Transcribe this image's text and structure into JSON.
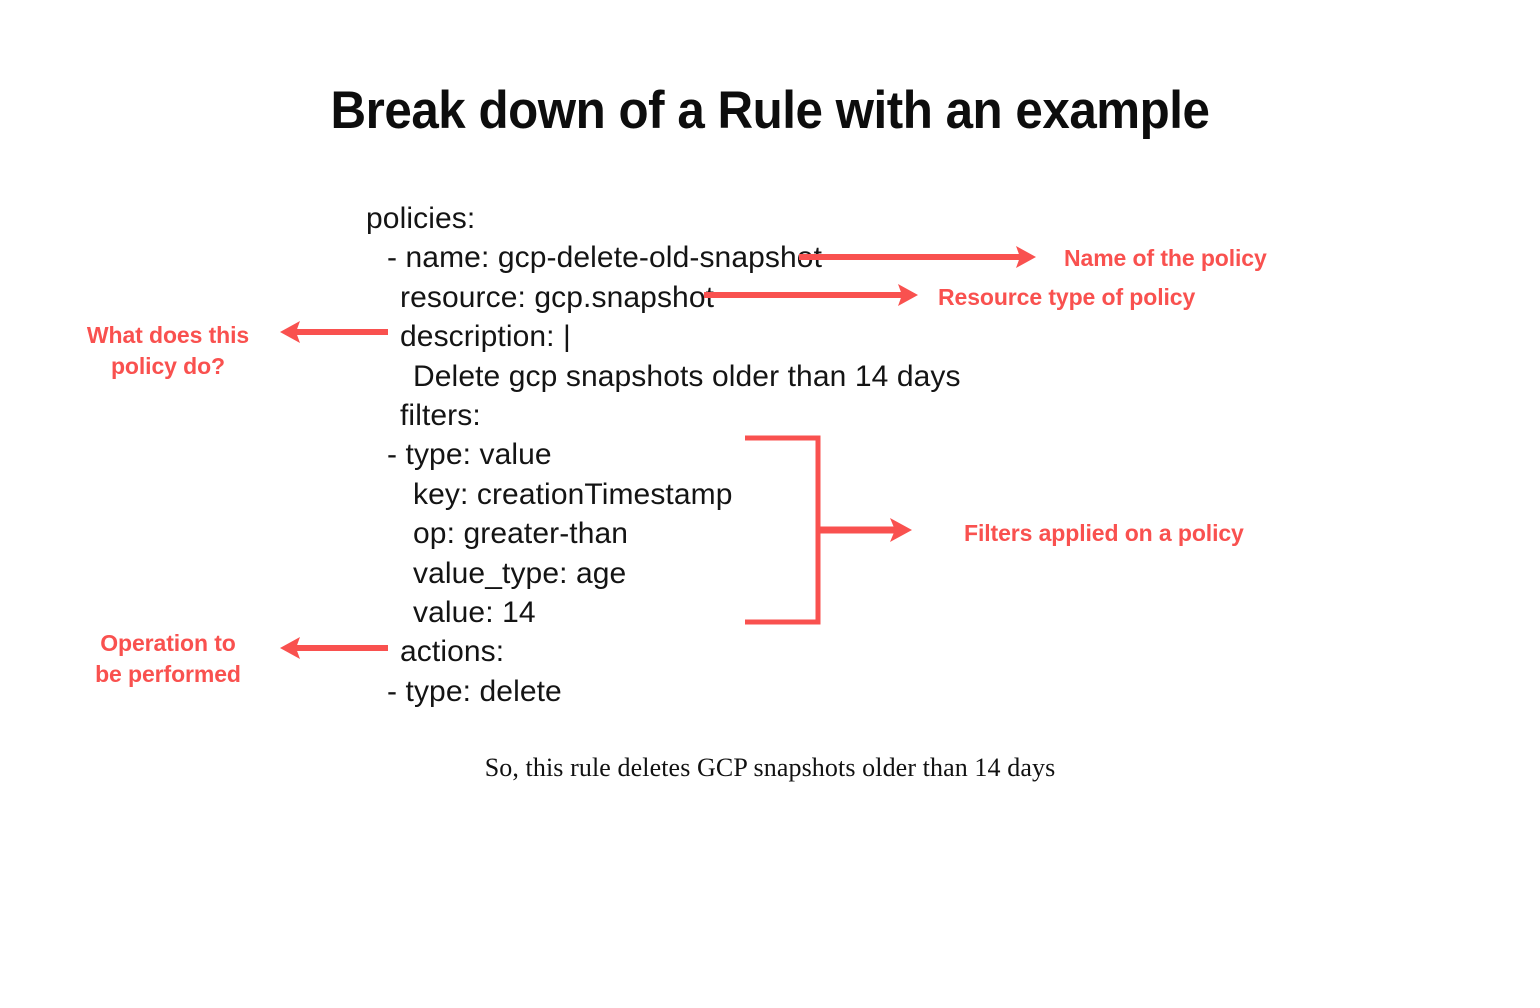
{
  "page": {
    "title": "Break down of a Rule with an example",
    "background_color": "#ffffff",
    "accent_color": "#F9514F",
    "text_color": "#141414",
    "caption": "So, this rule deletes GCP snapshots older than 14 days"
  },
  "yaml": {
    "lines": [
      {
        "indent": 0,
        "text": "policies:"
      },
      {
        "indent": 1,
        "text": "- name: gcp-delete-old-snapshot"
      },
      {
        "indent": 2,
        "text": "resource: gcp.snapshot"
      },
      {
        "indent": 2,
        "text": "description: |"
      },
      {
        "indent": 3,
        "text": "Delete gcp snapshots older than 14 days"
      },
      {
        "indent": 2,
        "text": "filters:"
      },
      {
        "indent": 1,
        "text": "- type: value"
      },
      {
        "indent": 3,
        "text": "key: creationTimestamp"
      },
      {
        "indent": 3,
        "text": "op: greater-than"
      },
      {
        "indent": 3,
        "text": "value_type: age"
      },
      {
        "indent": 3,
        "text": "value: 14"
      },
      {
        "indent": 2,
        "text": "actions:"
      },
      {
        "indent": 1,
        "text": "- type: delete"
      }
    ]
  },
  "annotations": {
    "name_of_policy": "Name of the policy",
    "resource_type": "Resource type of policy",
    "filters_applied": "Filters applied on a policy",
    "what_does_policy_do": "What does this\npolicy do?",
    "operation_performed": "Operation to\nbe performed"
  }
}
